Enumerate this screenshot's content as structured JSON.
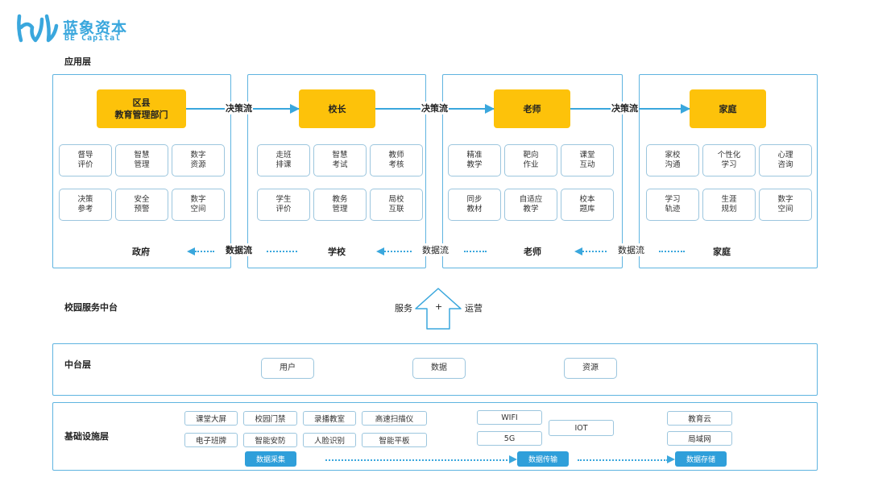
{
  "logo": {
    "cn": "蓝象资本",
    "en": "BE Capital"
  },
  "layers": {
    "application": "应用层",
    "service_center": "校园服务中台",
    "middle": "中台层",
    "infra": "基础设施层"
  },
  "flows": {
    "decision": "决策流",
    "data": "数据流"
  },
  "service": {
    "left": "服务",
    "plus": "+",
    "right": "运营"
  },
  "panels": [
    {
      "header": "区县\n教育管理部门",
      "bottom": "政府",
      "items": [
        "督导\n评价",
        "智慧\n管理",
        "数字\n资源",
        "决策\n参考",
        "安全\n预警",
        "数字\n空间"
      ]
    },
    {
      "header": "校长",
      "bottom": "学校",
      "items": [
        "走班\n排课",
        "智慧\n考试",
        "教师\n考核",
        "学生\n评价",
        "教务\n管理",
        "局校\n互联"
      ]
    },
    {
      "header": "老师",
      "bottom": "老师",
      "items": [
        "精准\n教学",
        "靶向\n作业",
        "课堂\n互动",
        "同步\n教材",
        "自适应\n教学",
        "校本\n题库"
      ]
    },
    {
      "header": "家庭",
      "bottom": "家庭",
      "items": [
        "家校\n沟通",
        "个性化\n学习",
        "心理\n咨询",
        "学习\n轨迹",
        "生涯\n规划",
        "数字\n空间"
      ]
    }
  ],
  "middle_items": [
    "用户",
    "数据",
    "资源"
  ],
  "infra": {
    "collect_items": [
      "课堂大屏",
      "校园门禁",
      "录播教室",
      "高速扫描仪",
      "电子班牌",
      "智能安防",
      "人脸识别",
      "智能平板"
    ],
    "collect_label": "数据采集",
    "transfer_items": [
      "WIFI",
      "5G",
      "IOT"
    ],
    "transfer_label": "数据传输",
    "storage_items": [
      "教育云",
      "局域网"
    ],
    "storage_label": "数据存储"
  },
  "colors": {
    "accent": "#3aa7dd",
    "gold": "#fdc20a",
    "border": "#5fb4e0"
  }
}
